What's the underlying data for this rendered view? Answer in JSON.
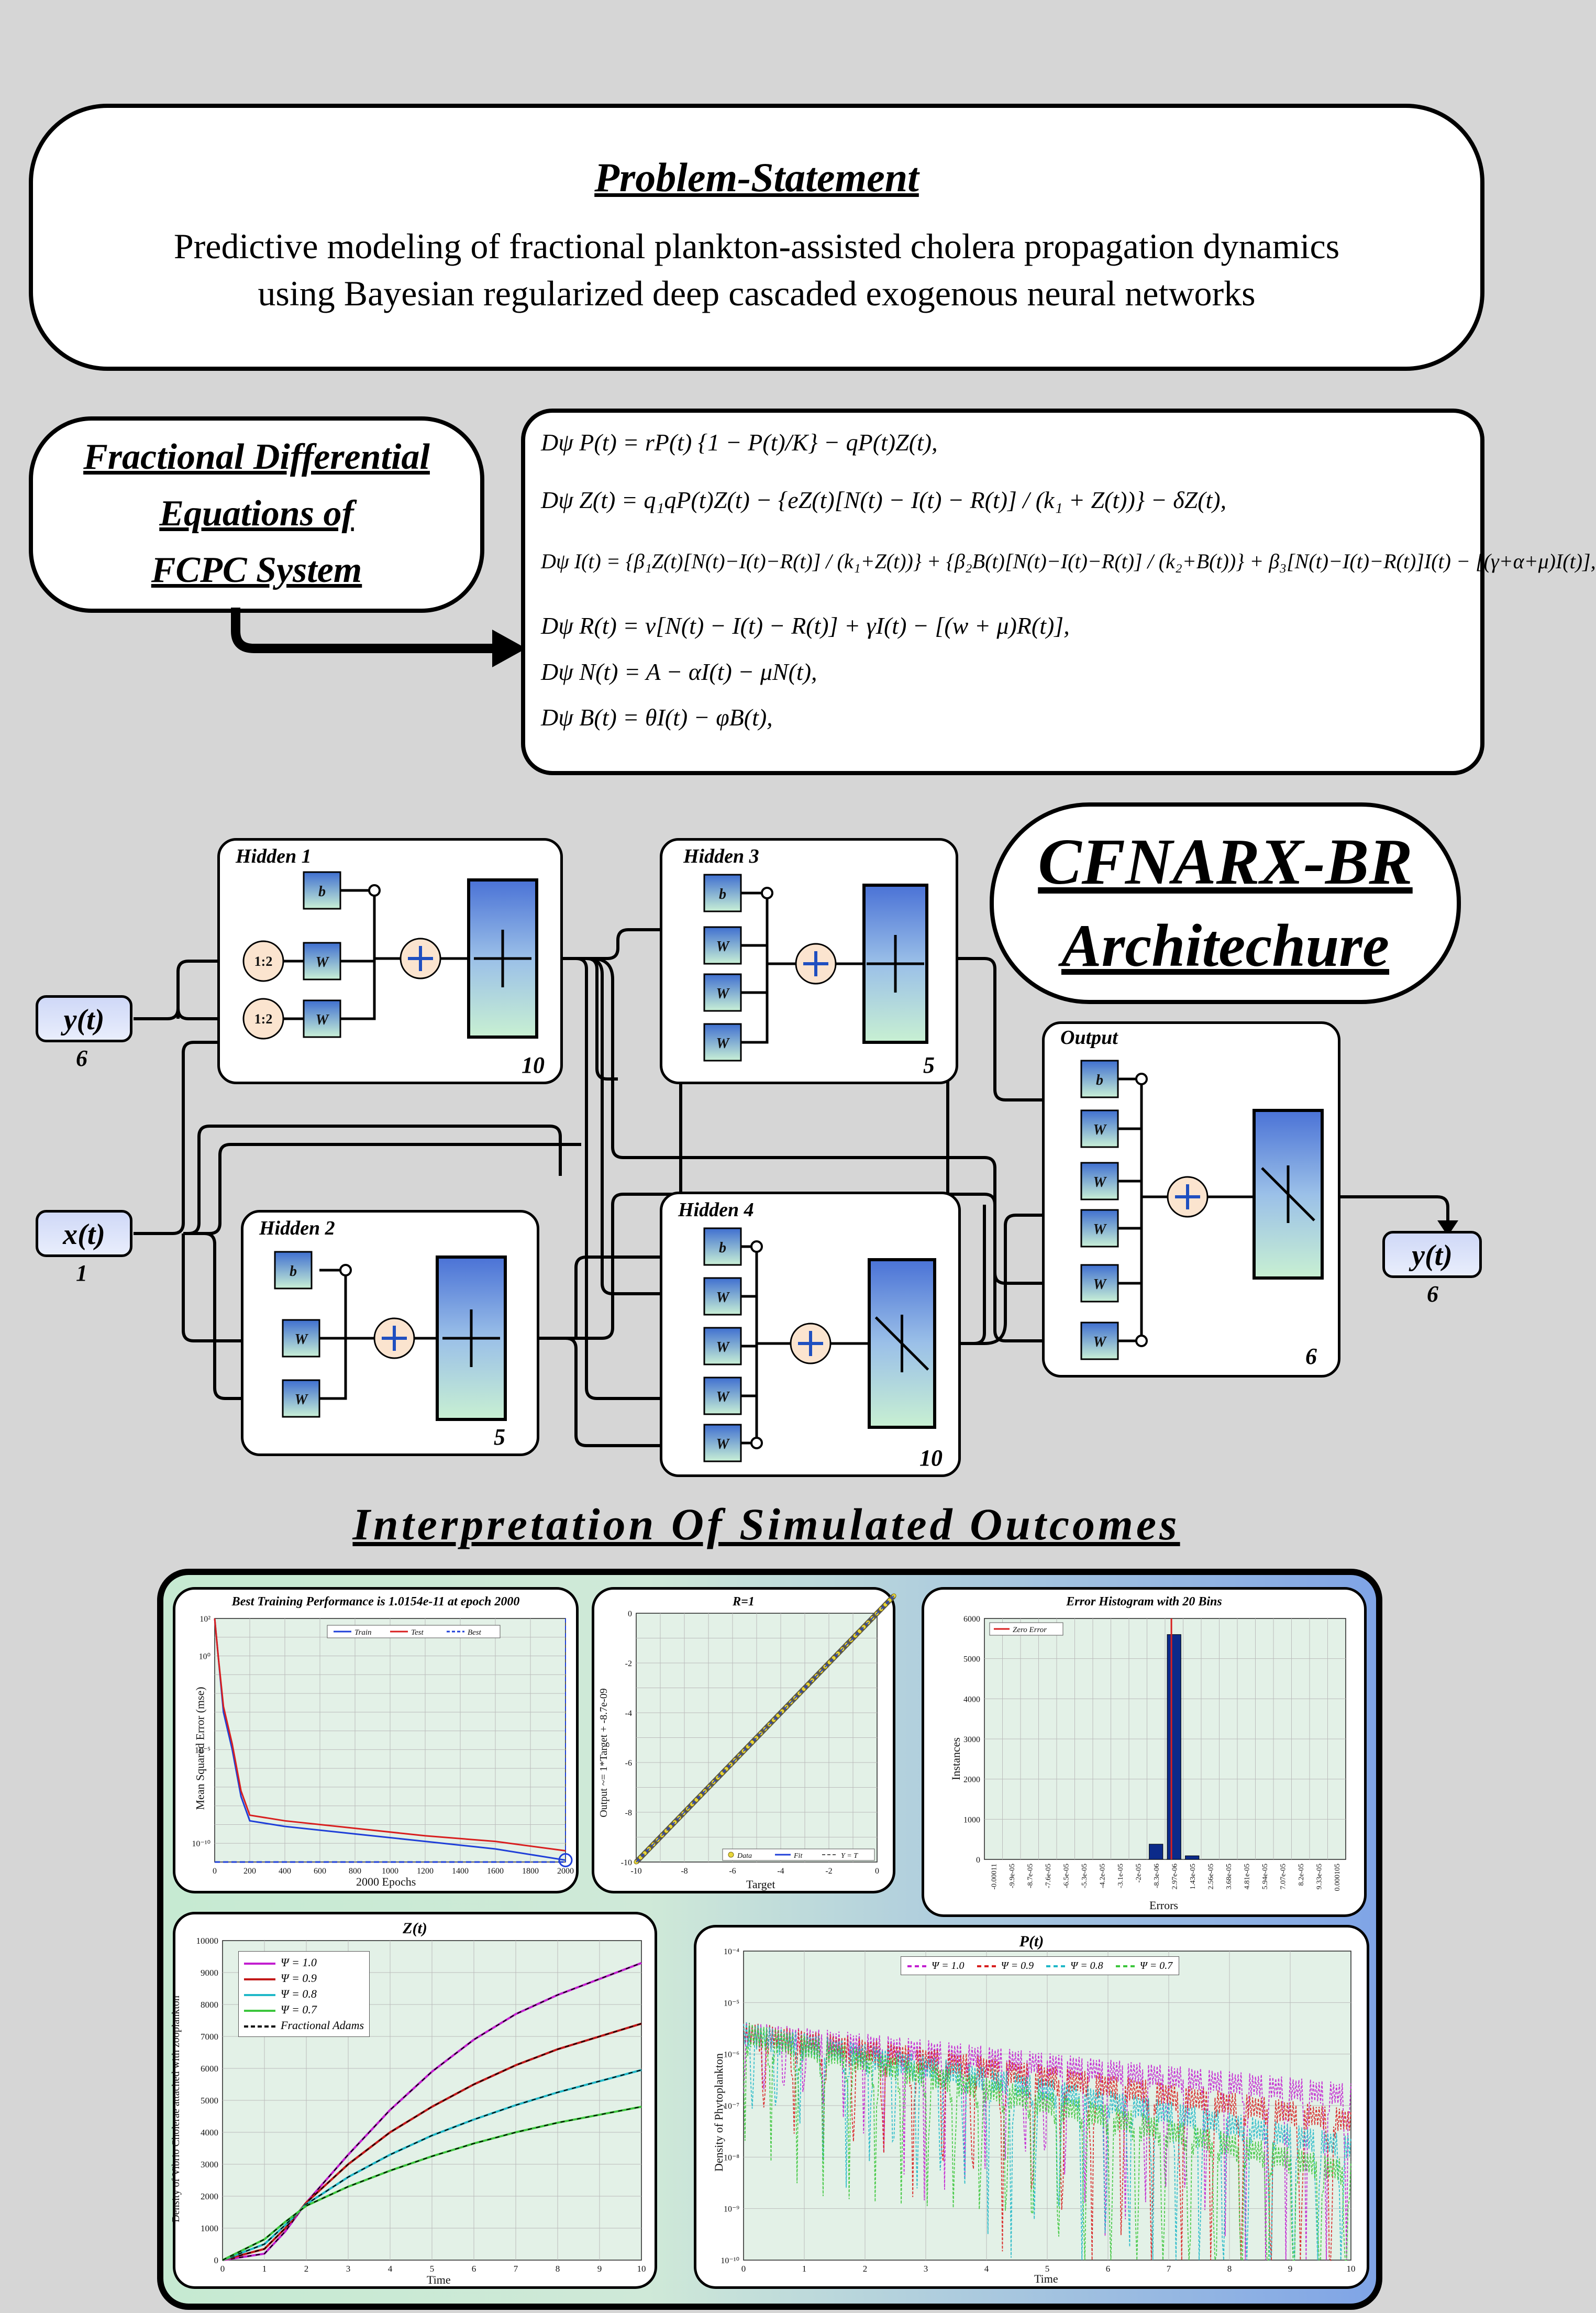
{
  "problem": {
    "heading": "Problem-Statement",
    "line1": "Predictive modeling of fractional plankton-assisted cholera propagation dynamics",
    "line2": "using Bayesian regularized deep cascaded exogenous neural networks"
  },
  "fde": {
    "label_line1": "Fractional Differential",
    "label_line2": "Equations of",
    "label_line3": "FCPC System",
    "equations": [
      "Dψ P(t) = rP(t) {1 − P(t)/K} − qP(t)Z(t),",
      "Dψ Z(t) = q₁qP(t)Z(t) − {eZ(t)[N(t) − I(t) − R(t)] / (k₁ + Z(t))} − δZ(t),",
      "Dψ I(t) = {β₁Z(t)[N(t)−I(t)−R(t)] / (k₁+Z(t))} + {β₂B(t)[N(t)−I(t)−R(t)] / (k₂+B(t))} + β₃[N(t)−I(t)−R(t)]I(t) − [(γ+α+μ)I(t)],",
      "Dψ R(t) = v[N(t) − I(t) − R(t)] + γI(t) − [(w + μ)R(t)],",
      "Dψ N(t) = A − αI(t) − μN(t),",
      "Dψ B(t) = θI(t) − φB(t),"
    ]
  },
  "architecture": {
    "title_line1": "CFNARX-BR",
    "title_line2": "Architechure",
    "input_y": {
      "label": "y(t)",
      "size": "6"
    },
    "input_x": {
      "label": "x(t)",
      "size": "1"
    },
    "output_y": {
      "label": "y(t)",
      "size": "6"
    },
    "hidden1": {
      "title": "Hidden 1",
      "size": "10",
      "delay": "1:2"
    },
    "hidden2": {
      "title": "Hidden 2",
      "size": "5"
    },
    "hidden3": {
      "title": "Hidden 3",
      "size": "5"
    },
    "hidden4": {
      "title": "Hidden 4",
      "size": "10"
    },
    "output": {
      "title": "Output",
      "size": "6"
    },
    "bias_label": "b",
    "weight_label": "W"
  },
  "interpretation": {
    "heading": "Interpretation Of Simulated Outcomes"
  },
  "colors": {
    "background": "#d6d6d6",
    "accent_blue": "#2e5fb5",
    "node_fill_top": "#3f6fd0",
    "node_fill_bottom": "#c9f0d6"
  },
  "chart_data": [
    {
      "type": "line",
      "title": "Best Training Performance is 1.0154e-11 at epoch 2000",
      "xlabel": "2000 Epochs",
      "ylabel": "Mean Squared Error (mse)",
      "yscale": "log",
      "xlim": [
        0,
        2000
      ],
      "ylim_exp": [
        -11,
        2
      ],
      "x_ticks": [
        "0",
        "200",
        "400",
        "600",
        "800",
        "1000",
        "1200",
        "1400",
        "1600",
        "1800",
        "2000"
      ],
      "y_ticks": [
        "10²",
        "10⁰",
        "10⁻⁵",
        "10⁻¹⁰"
      ],
      "legend": [
        "Train",
        "Test",
        "Best"
      ],
      "legend_placement": "top",
      "series": [
        {
          "name": "Train",
          "color": "#1f3fd8",
          "x": [
            0,
            20,
            50,
            100,
            150,
            200,
            400,
            800,
            1200,
            1600,
            2000
          ],
          "y_exp": [
            2,
            0,
            -3,
            -5,
            -7.5,
            -8.8,
            -9.1,
            -9.5,
            -9.9,
            -10.3,
            -10.9
          ]
        },
        {
          "name": "Test",
          "color": "#d81f1f",
          "x": [
            0,
            20,
            50,
            100,
            150,
            200,
            400,
            800,
            1200,
            1600,
            2000
          ],
          "y_exp": [
            2,
            0,
            -2.7,
            -4.7,
            -7.2,
            -8.5,
            -8.8,
            -9.2,
            -9.6,
            -9.9,
            -10.4
          ]
        },
        {
          "name": "Best",
          "color": "#1f3fd8",
          "x": [
            0,
            2000
          ],
          "y_exp": [
            -11,
            -11
          ]
        }
      ]
    },
    {
      "type": "scatter",
      "title": "R=1",
      "xlabel": "Target",
      "ylabel": "Output ~= 1*Target + -8.7e-09",
      "xlim": [
        -10,
        0
      ],
      "ylim": [
        -10,
        0
      ],
      "x_ticks": [
        "-10",
        "-8",
        "-6",
        "-4",
        "-2",
        "0"
      ],
      "y_ticks": [
        "0",
        "-2",
        "-4",
        "-6",
        "-8",
        "-10"
      ],
      "legend": [
        "Data",
        "Fit",
        "Y = T"
      ],
      "legend_placement": "bottom"
    },
    {
      "type": "bar",
      "title": "Error Histogram with 20 Bins",
      "xlabel": "Errors",
      "ylabel": "Instances",
      "ylim": [
        0,
        6000
      ],
      "y_ticks": [
        "6000",
        "5000",
        "4000",
        "3000",
        "2000",
        "1000",
        "0"
      ],
      "categories": [
        "-0.00011",
        "-9.9e-05",
        "-8.7e-05",
        "-7.6e-05",
        "-6.5e-05",
        "-5.3e-05",
        "-4.2e-05",
        "-3.1e-05",
        "-2e-05",
        "-8.3e-06",
        "2.97e-06",
        "1.43e-05",
        "2.56e-05",
        "3.68e-05",
        "4.81e-05",
        "5.94e-05",
        "7.07e-05",
        "8.2e-05",
        "9.33e-05",
        "0.000105"
      ],
      "values": [
        0,
        0,
        0,
        0,
        0,
        0,
        0,
        0,
        0,
        380,
        5600,
        90,
        0,
        0,
        0,
        0,
        0,
        0,
        0,
        0
      ],
      "legend": [
        "Zero Error"
      ]
    },
    {
      "type": "line",
      "title": "Z(t)",
      "xlabel": "Time",
      "ylabel": "Density of Vibrio Cholerae attached with zooplankton",
      "xlim": [
        0,
        10
      ],
      "ylim": [
        0,
        10000
      ],
      "x_ticks": [
        "0",
        "1",
        "2",
        "3",
        "4",
        "5",
        "6",
        "7",
        "8",
        "9",
        "10"
      ],
      "y_ticks": [
        "10000",
        "9000",
        "8000",
        "7000",
        "6000",
        "5000",
        "4000",
        "3000",
        "2000",
        "1000",
        "0"
      ],
      "legend": [
        "Ψ = 1.0",
        "Ψ = 0.9",
        "Ψ = 0.8",
        "Ψ = 0.7",
        "Fractional Adams"
      ],
      "legend_placement": "top-left",
      "series": [
        {
          "name": "Ψ = 1.0",
          "color": "#c21fd0",
          "x": [
            0,
            1,
            1.5,
            2,
            3,
            4,
            5,
            6,
            7,
            8,
            9,
            10
          ],
          "y": [
            0,
            200,
            900,
            1800,
            3300,
            4700,
            5900,
            6900,
            7700,
            8300,
            8800,
            9300
          ]
        },
        {
          "name": "Ψ = 0.9",
          "color": "#c21818",
          "x": [
            0,
            1,
            1.5,
            2,
            3,
            4,
            5,
            6,
            7,
            8,
            9,
            10
          ],
          "y": [
            0,
            350,
            1000,
            1800,
            3000,
            4000,
            4800,
            5500,
            6100,
            6600,
            7000,
            7400
          ]
        },
        {
          "name": "Ψ = 0.8",
          "color": "#20b8c8",
          "x": [
            0,
            1,
            1.5,
            2,
            3,
            4,
            5,
            6,
            7,
            8,
            9,
            10
          ],
          "y": [
            0,
            500,
            1100,
            1750,
            2600,
            3300,
            3900,
            4400,
            4850,
            5250,
            5600,
            5950
          ]
        },
        {
          "name": "Ψ = 0.7",
          "color": "#3cc63c",
          "x": [
            0,
            1,
            1.5,
            2,
            3,
            4,
            5,
            6,
            7,
            8,
            9,
            10
          ],
          "y": [
            0,
            650,
            1200,
            1700,
            2300,
            2800,
            3250,
            3650,
            4000,
            4300,
            4550,
            4800
          ]
        }
      ]
    },
    {
      "type": "line",
      "title": "P(t)",
      "xlabel": "Time",
      "ylabel": "Density of Phytoplankton",
      "yscale": "log",
      "xlim": [
        0,
        10
      ],
      "ylim_exp": [
        -10,
        -4
      ],
      "x_ticks": [
        "0",
        "1",
        "2",
        "3",
        "4",
        "5",
        "6",
        "7",
        "8",
        "9",
        "10"
      ],
      "y_ticks": [
        "10⁻⁴",
        "10⁻⁵",
        "10⁻⁶",
        "10⁻⁷",
        "10⁻⁸",
        "10⁻⁹",
        "10⁻¹⁰"
      ],
      "legend": [
        "Ψ = 1.0",
        "Ψ = 0.9",
        "Ψ = 0.8",
        "Ψ = 0.7"
      ],
      "legend_placement": "top"
    }
  ]
}
